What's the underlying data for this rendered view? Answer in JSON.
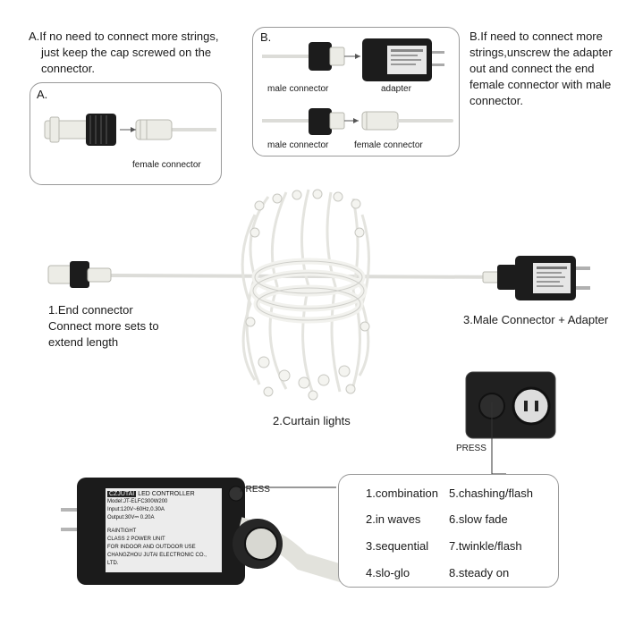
{
  "note_a": {
    "line1": "A.If no need  to connect more strings,",
    "line2": "just keep the cap screwed on the",
    "line3": "connector."
  },
  "box_a": {
    "title": "A.",
    "female_label": "female connector"
  },
  "box_b": {
    "title": "B.",
    "male_label_1": "male connector",
    "adapter_label": "adapter",
    "male_label_2": "male connector",
    "female_label": "female connector"
  },
  "note_b": {
    "line1": "B.If need to connect more",
    "line2": "strings,unscrew the adapter",
    "line3": "out and connect the end",
    "line4": "female connector with male",
    "line5": "connector."
  },
  "labels": {
    "end_connector_1": "1.End connector",
    "end_connector_2": "Connect more sets to",
    "end_connector_3": "extend length",
    "curtain": "2.Curtain lights",
    "male_adapter": "3.Male Connector + Adapter",
    "press_top": "PRESS",
    "press_left": "PRESS"
  },
  "controller": {
    "title": "LED CONTROLLER",
    "brand": "CZJUTAI",
    "model": "Model:JT-ELFC300W200",
    "input": "Input:120V~60Hz,0.30A",
    "output": "Output:30V⎓ 0.20A",
    "rain": "RAINTIGHT",
    "class": "CLASS 2 POWER UNIT",
    "use": "FOR INDOOR AND OUTDOOR USE",
    "maker": "CHANGZHOU JUTAI ELECTRONIC CO., LTD."
  },
  "modes": {
    "items": [
      "1.combination",
      "2.in waves",
      "3.sequential",
      "4.slo-glo",
      "5.chashing/flash",
      "6.slow fade",
      "7.twinkle/flash",
      "8.steady on"
    ]
  }
}
